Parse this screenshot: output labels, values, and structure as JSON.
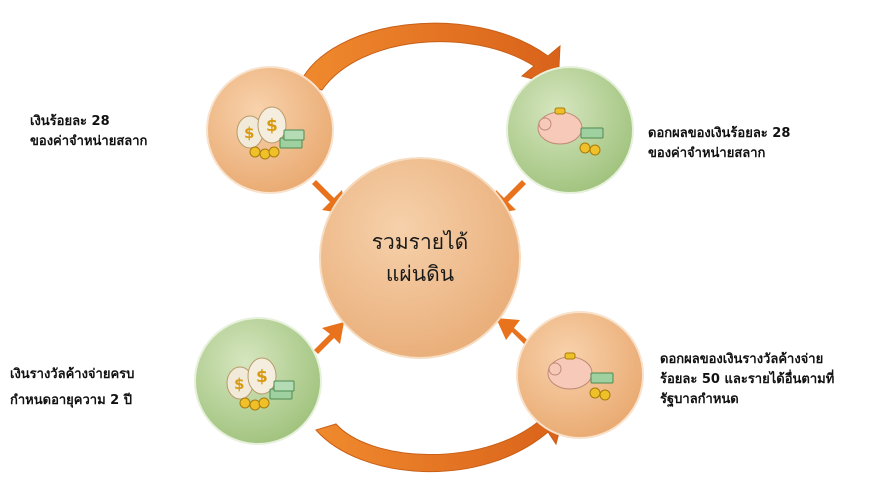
{
  "center": {
    "line1": "รวมรายได้",
    "line2": "แผ่นดิน"
  },
  "nodes": [
    {
      "id": "top-left",
      "icon": "money-bags-icon",
      "line1": "เงินร้อยละ 28",
      "line2": "ของค่าจำหน่ายสลาก",
      "line3": ""
    },
    {
      "id": "top-right",
      "icon": "piggy-bank-icon",
      "line1": "ดอกผลของเงินร้อยละ 28",
      "line2": "ของค่าจำหน่ายสลาก",
      "line3": ""
    },
    {
      "id": "bottom-left",
      "icon": "money-bags-icon",
      "line1": "เงินรางวัลค้างจ่ายครบ",
      "line2": "กำหนดอายุความ 2 ปี",
      "line3": ""
    },
    {
      "id": "bottom-right",
      "icon": "piggy-bank-icon",
      "line1": "ดอกผลของเงินรางวัลค้างจ่าย",
      "line2": "ร้อยละ 50 และรายได้อื่นตามที่",
      "line3": "รัฐบาลกำหนด"
    }
  ],
  "colors": {
    "orange_circle": "#f2b984",
    "green_circle": "#b9d49a",
    "center_circle": "#f1bd8a",
    "arrow": "#e8731c"
  }
}
